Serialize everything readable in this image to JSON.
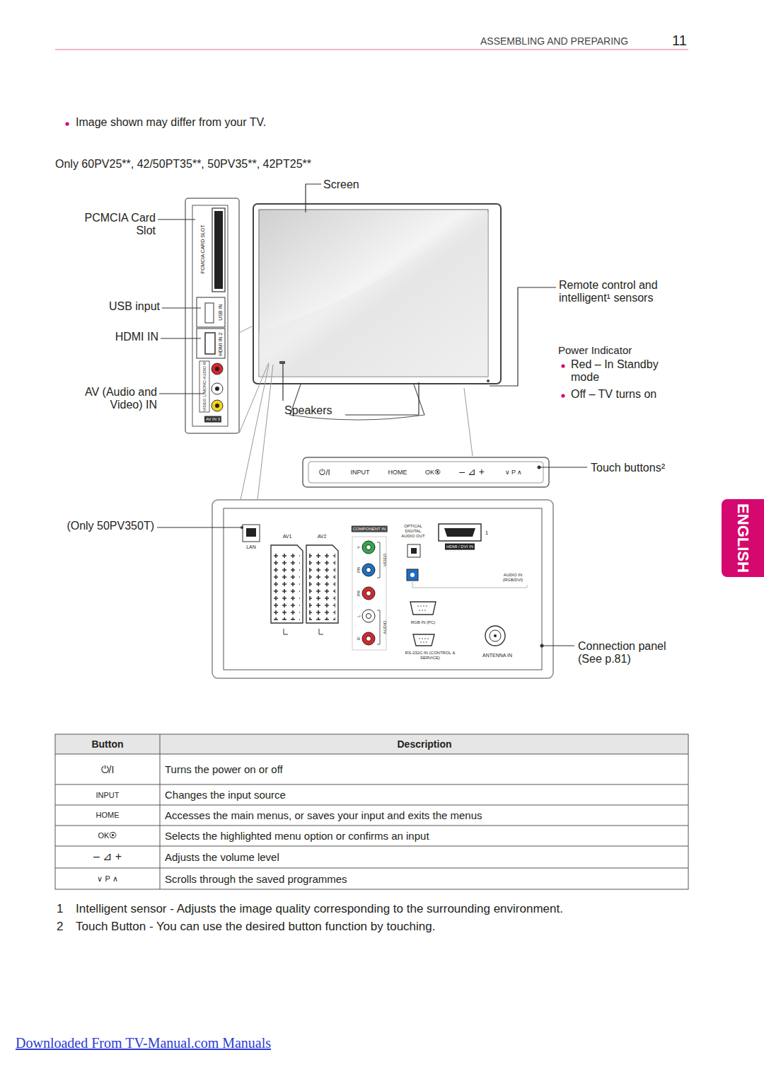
{
  "diagram": {
    "nodes": [
      {
        "text": [
          "ENGLISH"
        ]
      }
    ],
    "labels": [
      "ASSEMBLING AND PREPARING",
      "11",
      "Image shown may differ from your TV.",
      "Only 60PV25**, 42/50PT35**, 50PV35**, 42PT25**",
      "Screen",
      "PCMCIA Card Slot",
      "USB input",
      "HDMI IN",
      "AV (Audio and Video) IN",
      "Speakers",
      "Remote control and intelligent¹ sensors",
      "Power Indicator",
      "Red – In Standby mode",
      "Off – TV turns on",
      "Touch buttons²",
      "(Only 50PV350T)",
      "Connection panel (See p.81)",
      "PCMCIA CARD SLOT",
      "USB IN",
      "HDMI IN 2",
      "VIDEO L/MONO AUDIO R",
      "AV IN 3",
      "⏻/I",
      "INPUT",
      "HOME",
      "OK⦿",
      "– ⊿ +",
      "∨ P ∧",
      "LAN",
      "AV1",
      "AV2",
      "COMPONENT IN",
      "Y",
      "PB",
      "PR",
      "VIDEO",
      "L",
      "AUDIO",
      "R",
      "OPTICAL DIGITAL AUDIO OUT",
      "1",
      "HDMI / DVI IN",
      "AUDIO IN (RGB/DVI)",
      "RGB IN (PC)",
      "RS-232C IN (CONTROL & SERVICE)",
      "ANTENNA IN",
      "Button",
      "Description",
      "⏻/I",
      "Turns the power on or off",
      "INPUT",
      "Changes the input source",
      "HOME",
      "Accesses the main menus, or saves your input and exits the menus",
      "OK⦿",
      "Selects the highlighted menu option or confirms an input",
      "– ⊿ +",
      "Adjusts the volume level",
      "∨ P ∧",
      "Scrolls through the saved programmes",
      "1",
      "Intelligent sensor - Adjusts the image quality corresponding to the surrounding environment.",
      "2",
      "Touch Button - You can use the desired button function by touching.",
      "Downloaded From TV-Manual.com Manuals"
    ]
  }
}
